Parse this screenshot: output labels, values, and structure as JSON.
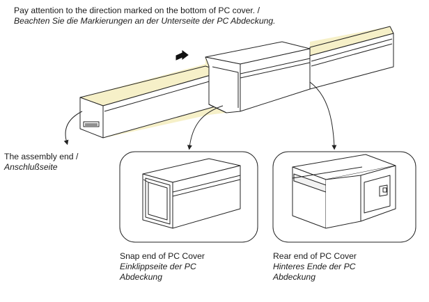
{
  "instruction": {
    "line_en": "Pay attention to the direction marked on the bottom of PC cover. /",
    "line_de": "Beachten Sie die Markierungen an der Unterseite der PC Abdeckung."
  },
  "assembly_end": {
    "label_en": "The assembly end /",
    "label_de": "Anschlußseite"
  },
  "snap_end": {
    "label_en": "Snap end of PC Cover",
    "label_de_1": "Einklippseite der PC",
    "label_de_2": "Abdeckung"
  },
  "rear_end": {
    "label_en": "Rear end of PC Cover",
    "label_de_1": "Hinteres Ende der PC",
    "label_de_2": "Abdeckung"
  },
  "colors": {
    "strip": "#f6f0c8",
    "line": "#222222",
    "cover": "#ffffff"
  },
  "icons": [
    "direction-arrow-icon",
    "pointer-arrow-icon"
  ]
}
